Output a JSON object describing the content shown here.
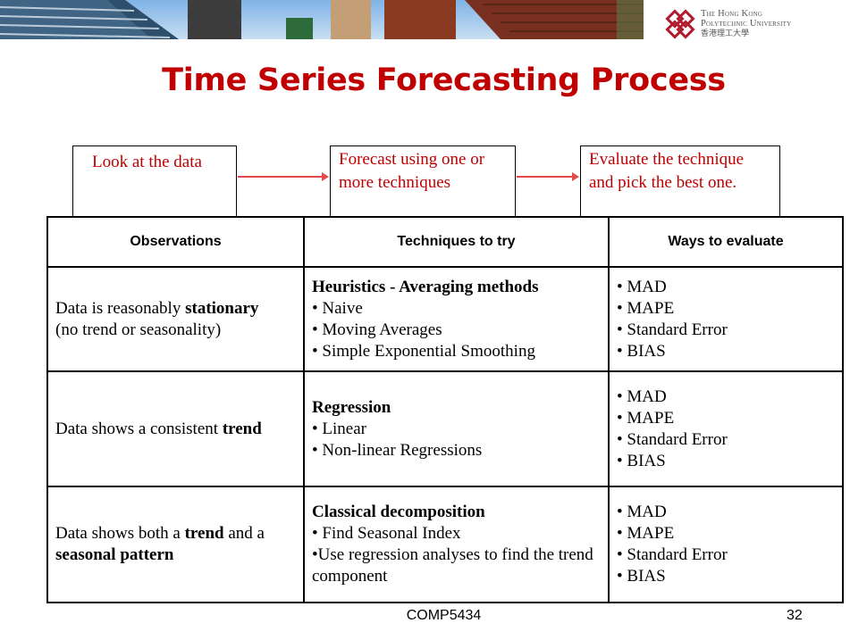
{
  "header": {
    "university_en_line1": "The Hong Kong",
    "university_en_line2": "Polytechnic University",
    "university_zh": "香港理工大學"
  },
  "title": "Time Series Forecasting Process",
  "steps": [
    {
      "label": "Look at the data"
    },
    {
      "label": "Forecast using one or more techniques"
    },
    {
      "label": "Evaluate the technique and pick the best one."
    }
  ],
  "table": {
    "headers": [
      "Observations",
      "Techniques to try",
      "Ways to evaluate"
    ],
    "rows": [
      {
        "obs_pre": "Data is reasonably ",
        "obs_bold": "stationary",
        "obs_post": "(no trend or seasonality)",
        "tech_head": "Heuristics - Averaging methods",
        "tech_items": [
          "• Naive",
          "• Moving Averages",
          "• Simple Exponential Smoothing"
        ],
        "eval_items": [
          "• MAD",
          "• MAPE",
          "• Standard Error",
          "• BIAS"
        ]
      },
      {
        "obs_pre": "Data shows a consistent ",
        "obs_bold": "trend",
        "tech_head": "Regression",
        "tech_items": [
          "• Linear",
          "• Non-linear Regressions"
        ],
        "eval_items": [
          "• MAD",
          "• MAPE",
          "• Standard Error",
          "• BIAS"
        ]
      },
      {
        "obs_pre": "Data shows both a ",
        "obs_bold": "trend",
        "obs_mid": " and a",
        "obs_bold2": "seasonal pattern",
        "tech_head": "Classical decomposition",
        "tech_items": [
          "• Find Seasonal Index",
          "•Use regression analyses to find the trend component"
        ],
        "eval_items": [
          "• MAD",
          "• MAPE",
          "• Standard Error",
          "• BIAS"
        ]
      }
    ]
  },
  "footer": {
    "course": "COMP5434",
    "page": "32"
  },
  "colors": {
    "title": "#c00000",
    "arrow": "#e34b4b",
    "logo": "#b01c2e"
  }
}
